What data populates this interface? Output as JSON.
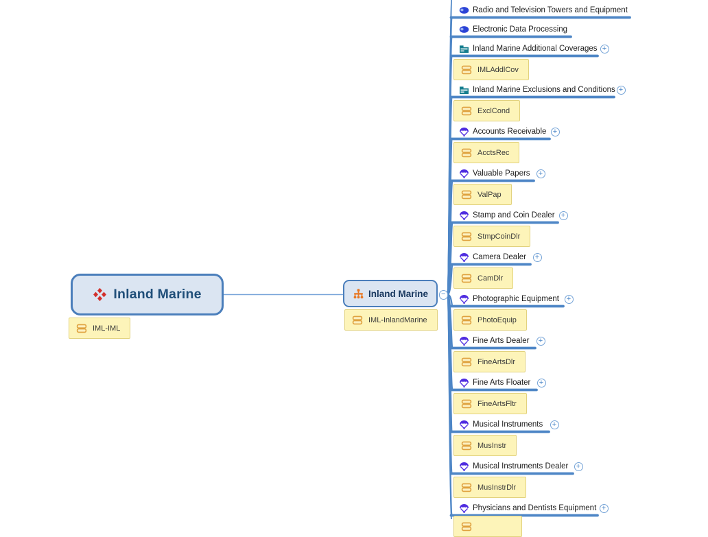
{
  "app": {
    "type": "mind-map",
    "background": "#ffffff"
  },
  "colors": {
    "branch_line": "#4e86c6",
    "node_border": "#4a7ebb",
    "node_fill": "#dbe5f2",
    "label_fill": "#fdf4b9",
    "label_border": "#e2d27e",
    "toggle_ring": "#74a3d7",
    "connector": "#7aa6d9",
    "title_text": "#1f4e79",
    "icon_red": "#d2302c",
    "icon_orange": "#e87722",
    "icon_label_stroke": "#dfa23f",
    "icon_label_fill": "#fcf0c0",
    "icon_teal": "#147d8e",
    "icon_blue": "#2b43d6",
    "icon_purple": "#4f2ce0"
  },
  "glyphs": {
    "expand": "+",
    "collapse": "−"
  },
  "root": {
    "title": "Inland Marine",
    "icon": "red-diamonds-icon",
    "label": "IML-IML",
    "label_icon": "stacked-rows-icon"
  },
  "subtopic": {
    "title": "Inland Marine",
    "icon": "org-chart-icon",
    "label": "IML-InlandMarine",
    "label_icon": "stacked-rows-icon",
    "collapse_toggle": true
  },
  "branches": [
    {
      "label": "Radio and Television Towers and Equipment",
      "icon": "toggle-icon",
      "expand": false,
      "sub_label": null
    },
    {
      "label": "Electronic Data Processing",
      "icon": "toggle-icon",
      "expand": false,
      "sub_label": null
    },
    {
      "label": "Inland Marine Additional Coverages",
      "icon": "folder-icon",
      "expand": true,
      "sub_label": "IMLAddlCov"
    },
    {
      "label": "Inland Marine Exclusions and Conditions",
      "icon": "folder-icon",
      "expand": true,
      "sub_label": "ExclCond"
    },
    {
      "label": "Accounts Receivable",
      "icon": "parachute-icon",
      "expand": true,
      "sub_label": "AcctsRec"
    },
    {
      "label": "Valuable Papers",
      "icon": "parachute-icon",
      "expand": true,
      "sub_label": "ValPap"
    },
    {
      "label": "Stamp and Coin Dealer",
      "icon": "parachute-icon",
      "expand": true,
      "sub_label": "StmpCoinDlr"
    },
    {
      "label": "Camera Dealer",
      "icon": "parachute-icon",
      "expand": true,
      "sub_label": "CamDlr"
    },
    {
      "label": "Photographic Equipment",
      "icon": "parachute-icon",
      "expand": true,
      "sub_label": "PhotoEquip"
    },
    {
      "label": "Fine Arts Dealer",
      "icon": "parachute-icon",
      "expand": true,
      "sub_label": "FineArtsDlr"
    },
    {
      "label": "Fine Arts Floater",
      "icon": "parachute-icon",
      "expand": true,
      "sub_label": "FineArtsFltr"
    },
    {
      "label": "Musical Instruments",
      "icon": "parachute-icon",
      "expand": true,
      "sub_label": "MusInstr"
    },
    {
      "label": "Musical Instruments Dealer",
      "icon": "parachute-icon",
      "expand": true,
      "sub_label": "MusInstrDlr"
    },
    {
      "label": "Physicians and Dentists Equipment",
      "icon": "parachute-icon",
      "expand": true,
      "sub_label": "",
      "sub_label_partial": true
    }
  ]
}
